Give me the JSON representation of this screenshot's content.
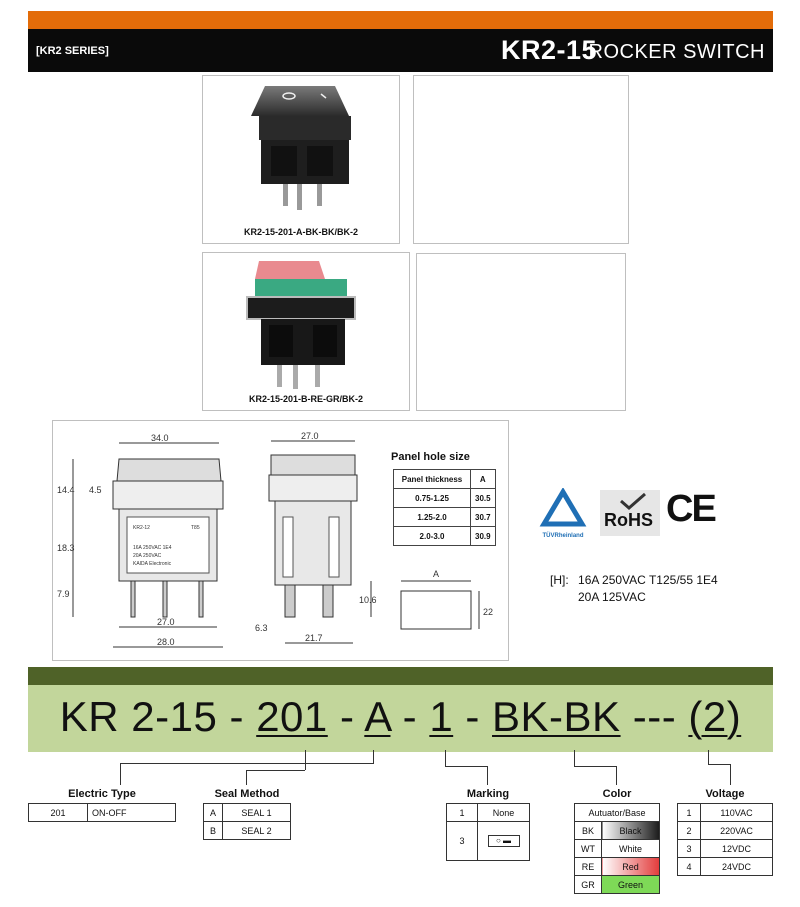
{
  "header": {
    "series": "[KR2 SERIES]",
    "model": "KR2-15",
    "title": "ROCKER SWITCH"
  },
  "photos": [
    {
      "caption": "KR2-15-201-A-BK-BK/BK-2"
    },
    {
      "caption": "KR2-15-201-B-RE-GR/BK-2"
    }
  ],
  "drawing": {
    "dims": [
      "34.0",
      "14.4",
      "4.5",
      "18.3",
      "7.9",
      "27.0",
      "28.0",
      "27.0",
      "6.3",
      "21.7",
      "10.6",
      "A",
      "22"
    ],
    "label_text": [
      "KR2-12",
      "16A 250VAC 1E4",
      "20A 250VAC",
      "KAIDA Electronic",
      "T85"
    ]
  },
  "panel_hole": {
    "title": "Panel hole size",
    "headers": [
      "Panel thickness",
      "A"
    ],
    "rows": [
      [
        "0.75-1.25",
        "30.5"
      ],
      [
        "1.25-2.0",
        "30.7"
      ],
      [
        "2.0-3.0",
        "30.9"
      ]
    ]
  },
  "certs": {
    "tuv": "TÜVRheinland",
    "rohs": "RoHS",
    "ce": "CE"
  },
  "rating": {
    "label": "[H]:",
    "line1": "16A 250VAC T125/55 1E4",
    "line2": "20A 125VAC"
  },
  "code": {
    "prefix": "KR 2-15 - ",
    "p1": "201",
    "s1": " - ",
    "p2": "A",
    "s2": "  - ",
    "p3": "1",
    "s3": " - ",
    "p4": "BK-BK",
    "s4": " --- ",
    "p5": "(2)"
  },
  "electric_type": {
    "title": "Electric Type",
    "rows": [
      [
        "201",
        "ON-OFF"
      ]
    ]
  },
  "seal_method": {
    "title": "Seal Method",
    "rows": [
      [
        "A",
        "SEAL 1"
      ],
      [
        "B",
        "SEAL 2"
      ]
    ]
  },
  "marking": {
    "title": "Marking",
    "rows": [
      [
        "1",
        "None"
      ],
      [
        "3",
        ""
      ]
    ]
  },
  "color": {
    "title": "Color",
    "header": "Autuator/Base",
    "rows": [
      [
        "BK",
        "Black",
        "#1a1a1a"
      ],
      [
        "WT",
        "White",
        "#ffffff"
      ],
      [
        "RE",
        "Red",
        "#e23b3b"
      ],
      [
        "GR",
        "Green",
        "#4caf50"
      ]
    ]
  },
  "voltage": {
    "title": "Voltage",
    "rows": [
      [
        "1",
        "110VAC"
      ],
      [
        "2",
        "220VAC"
      ],
      [
        "3",
        "12VDC"
      ],
      [
        "4",
        "24VDC"
      ]
    ]
  }
}
